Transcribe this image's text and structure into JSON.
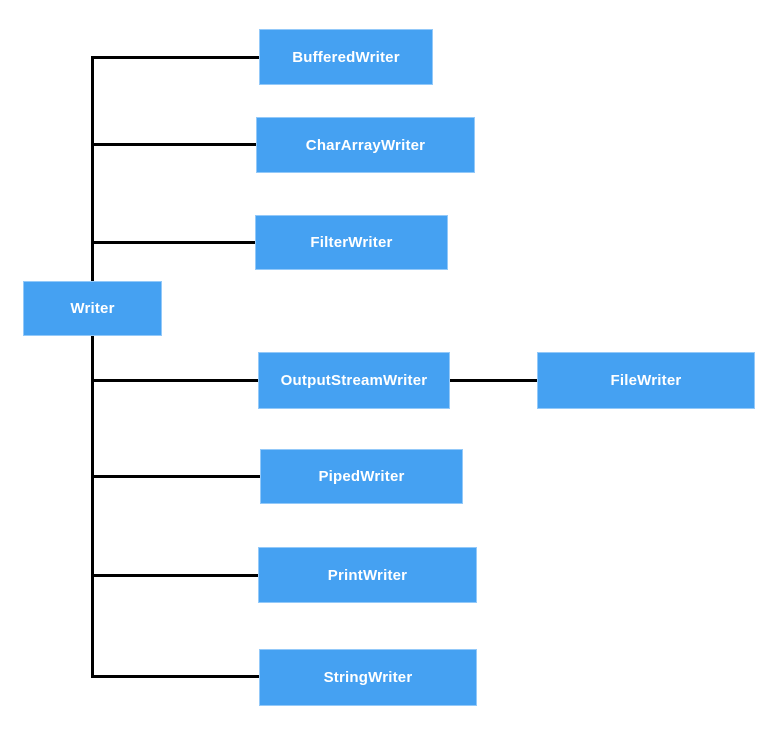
{
  "diagram": {
    "type": "class-hierarchy",
    "root": {
      "label": "Writer"
    },
    "children": [
      {
        "label": "BufferedWriter"
      },
      {
        "label": "CharArrayWriter"
      },
      {
        "label": "FilterWriter"
      },
      {
        "label": "OutputStreamWriter",
        "children": [
          {
            "label": "FileWriter"
          }
        ]
      },
      {
        "label": "PipedWriter"
      },
      {
        "label": "PrintWriter"
      },
      {
        "label": "StringWriter"
      }
    ],
    "edges": [
      {
        "from": "Writer",
        "to": "BufferedWriter"
      },
      {
        "from": "Writer",
        "to": "CharArrayWriter"
      },
      {
        "from": "Writer",
        "to": "FilterWriter"
      },
      {
        "from": "Writer",
        "to": "OutputStreamWriter"
      },
      {
        "from": "Writer",
        "to": "PipedWriter"
      },
      {
        "from": "Writer",
        "to": "PrintWriter"
      },
      {
        "from": "Writer",
        "to": "StringWriter"
      },
      {
        "from": "OutputStreamWriter",
        "to": "FileWriter"
      }
    ],
    "colors": {
      "node_fill": "#45A1F2",
      "node_border": "#93C9F9",
      "node_text": "#FFFFFF",
      "line": "#000000",
      "background": "#FFFFFF"
    }
  }
}
